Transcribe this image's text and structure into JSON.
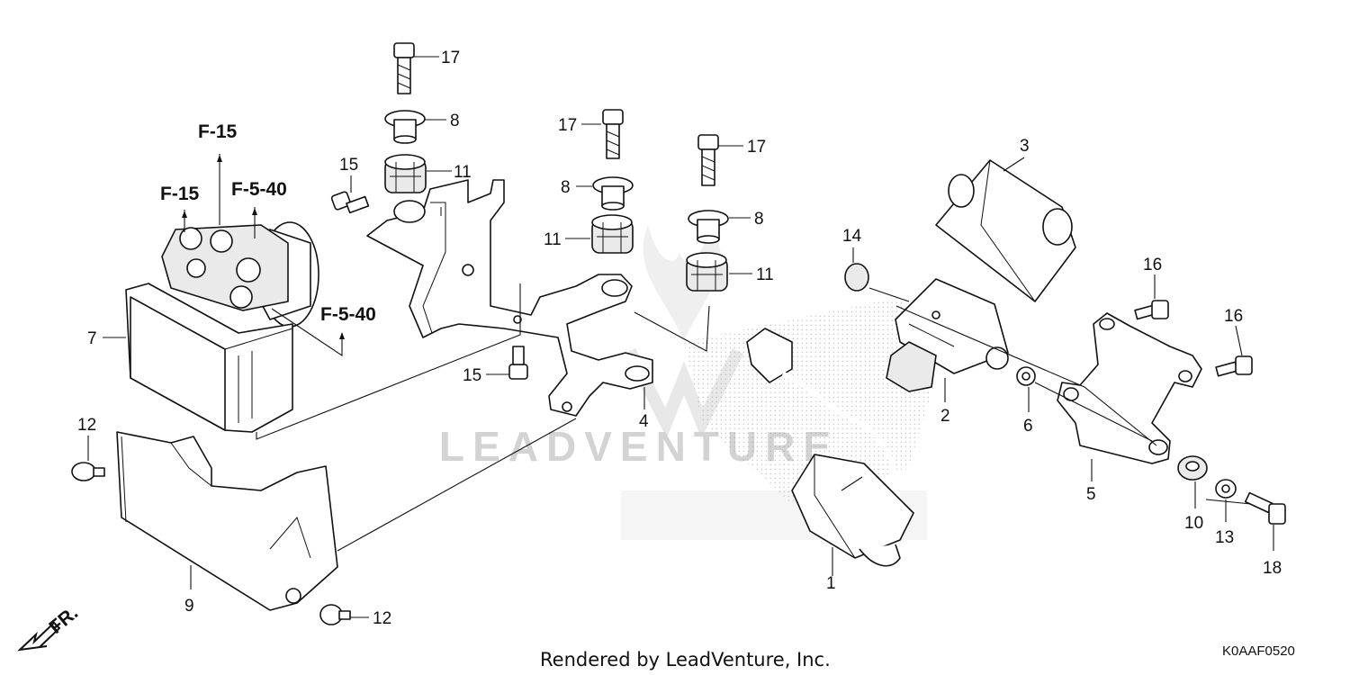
{
  "diagram": {
    "callouts": [
      "1",
      "2",
      "3",
      "4",
      "5",
      "6",
      "7",
      "8",
      "9",
      "10",
      "11",
      "12",
      "13",
      "14",
      "15",
      "16",
      "17",
      "18"
    ],
    "refs": [
      "F-15",
      "F-5-40"
    ],
    "footer": "Rendered by LeadVenture, Inc.",
    "diagram_code": "K0AAF0520",
    "direction_label": "FR.",
    "watermark": "LEADVENTURE"
  }
}
